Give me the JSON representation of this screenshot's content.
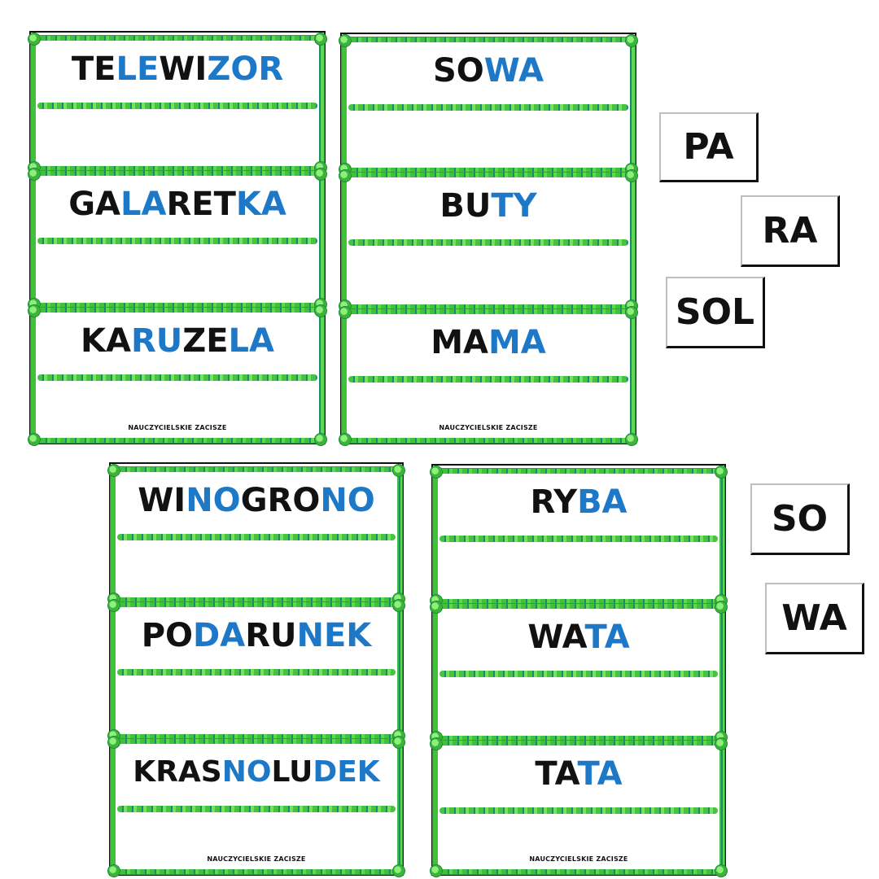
{
  "footer_text": "NAUCZYCIELSKIE ZACISZE",
  "colors": {
    "card_border": "#3fc23a",
    "highlight": "#1e78c8",
    "text": "#111111"
  },
  "sheets": [
    {
      "cards": [
        {
          "parts": [
            {
              "t": "TE",
              "c": "black"
            },
            {
              "t": "LE",
              "c": "blue"
            },
            {
              "t": "WI",
              "c": "black"
            },
            {
              "t": "ZOR",
              "c": "blue"
            }
          ]
        },
        {
          "parts": [
            {
              "t": "GA",
              "c": "black"
            },
            {
              "t": "LA",
              "c": "blue"
            },
            {
              "t": "RET",
              "c": "black"
            },
            {
              "t": "KA",
              "c": "blue"
            }
          ]
        },
        {
          "parts": [
            {
              "t": "KA",
              "c": "black"
            },
            {
              "t": "RU",
              "c": "blue"
            },
            {
              "t": "ZE",
              "c": "black"
            },
            {
              "t": "LA",
              "c": "blue"
            }
          ]
        }
      ]
    },
    {
      "cards": [
        {
          "parts": [
            {
              "t": "SO",
              "c": "black"
            },
            {
              "t": "WA",
              "c": "blue"
            }
          ]
        },
        {
          "parts": [
            {
              "t": "BU",
              "c": "black"
            },
            {
              "t": "TY",
              "c": "blue"
            }
          ]
        },
        {
          "parts": [
            {
              "t": "MA",
              "c": "black"
            },
            {
              "t": "MA",
              "c": "blue"
            }
          ]
        }
      ]
    },
    {
      "cards": [
        {
          "parts": [
            {
              "t": "WI",
              "c": "black"
            },
            {
              "t": "NO",
              "c": "blue"
            },
            {
              "t": "GRO",
              "c": "black"
            },
            {
              "t": "NO",
              "c": "blue"
            }
          ]
        },
        {
          "parts": [
            {
              "t": "PO",
              "c": "black"
            },
            {
              "t": "DA",
              "c": "blue"
            },
            {
              "t": "RU",
              "c": "black"
            },
            {
              "t": "NEK",
              "c": "blue"
            }
          ]
        },
        {
          "parts": [
            {
              "t": "KRAS",
              "c": "black"
            },
            {
              "t": "NO",
              "c": "blue"
            },
            {
              "t": "LU",
              "c": "black"
            },
            {
              "t": "DEK",
              "c": "blue"
            }
          ]
        }
      ]
    },
    {
      "cards": [
        {
          "parts": [
            {
              "t": "RY",
              "c": "black"
            },
            {
              "t": "BA",
              "c": "blue"
            }
          ]
        },
        {
          "parts": [
            {
              "t": "WA",
              "c": "black"
            },
            {
              "t": "TA",
              "c": "blue"
            }
          ]
        },
        {
          "parts": [
            {
              "t": "TA",
              "c": "black"
            },
            {
              "t": "TA",
              "c": "blue"
            }
          ]
        }
      ]
    }
  ],
  "syllables": [
    "PA",
    "RA",
    "SOL",
    "SO",
    "WA"
  ]
}
